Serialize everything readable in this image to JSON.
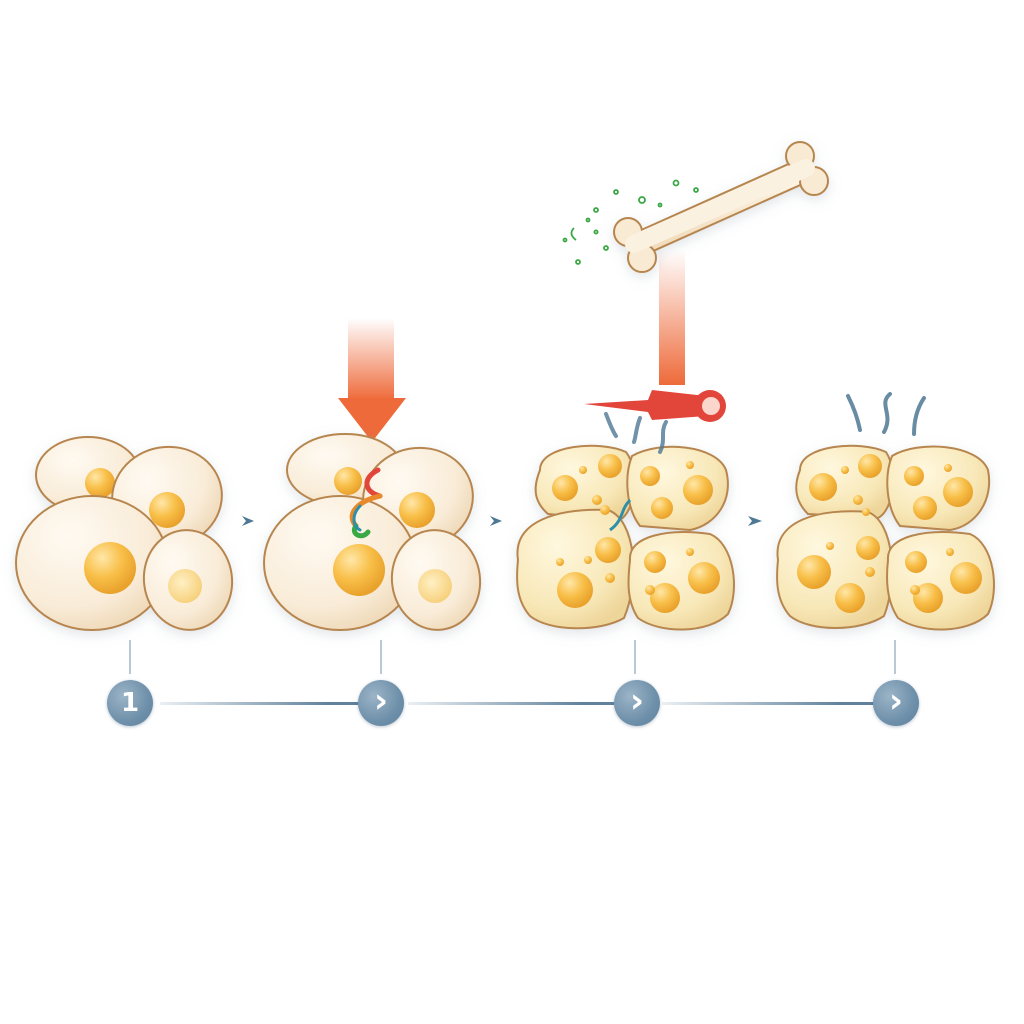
{
  "diagram": {
    "title": "",
    "stages": [
      {
        "id": 1,
        "name": "cell-cluster-normal",
        "description": "Four cells with single yellow nuclei"
      },
      {
        "id": 2,
        "name": "cell-cluster-signal",
        "description": "Orange arrow signal entering cluster with ribbon strand"
      },
      {
        "id": 3,
        "name": "cell-cluster-lipid-accumulation",
        "description": "Cells filling with yellow droplets, bone signal from above"
      },
      {
        "id": 4,
        "name": "cell-cluster-mature",
        "description": "Cells full of droplets emitting wavy lines"
      }
    ],
    "timeline": {
      "markers": [
        {
          "label": "1",
          "icon": "number-one"
        },
        {
          "label": "›",
          "icon": "chevron-right-icon"
        },
        {
          "label": "›",
          "icon": "chevron-right-icon"
        },
        {
          "label": "›",
          "icon": "chevron-right-icon"
        }
      ]
    },
    "colors": {
      "cell_fill": "#fbefdc",
      "cell_outline": "#b7864f",
      "nucleus": "#f6b53c",
      "arrow_orange": "#ee6a3a",
      "pointer_red": "#e2453a",
      "marker_blue": "#6f90aa",
      "bone": "#f6e6cc",
      "speckle_green": "#3aa845",
      "wave_blue": "#4e7893"
    }
  }
}
